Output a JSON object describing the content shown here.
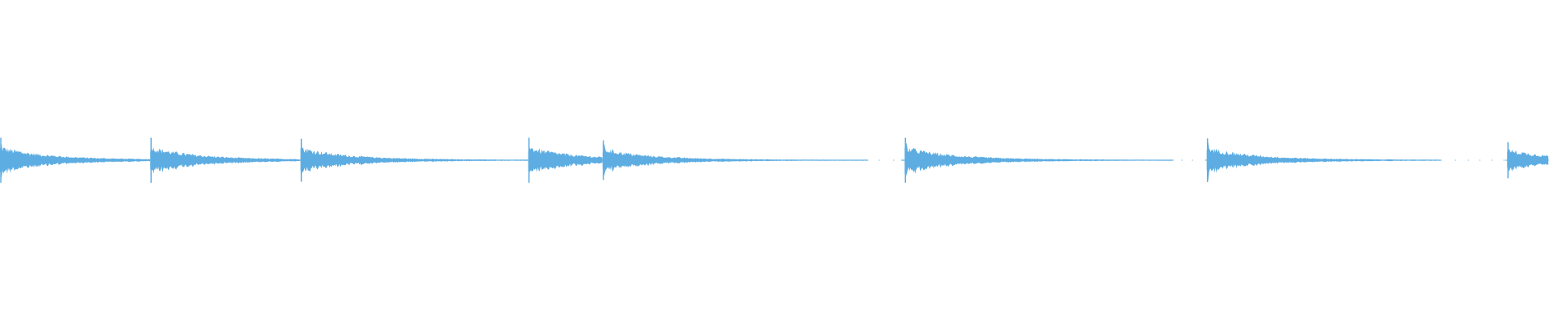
{
  "waveform": {
    "color": "#5dade2",
    "baseline_visible": true,
    "onsets": [
      {
        "time": 0.0,
        "peak": 1.0
      },
      {
        "time": 0.097,
        "peak": 1.0
      },
      {
        "time": 0.194,
        "peak": 0.95
      },
      {
        "time": 0.341,
        "peak": 1.0
      },
      {
        "time": 0.389,
        "peak": 0.88
      },
      {
        "time": 0.584,
        "peak": 1.0
      },
      {
        "time": 0.779,
        "peak": 0.97
      },
      {
        "time": 0.973,
        "peak": 0.8
      }
    ],
    "gaps": [
      {
        "start": 0.56,
        "end": 0.582
      },
      {
        "start": 0.757,
        "end": 0.778
      },
      {
        "start": 0.93,
        "end": 0.972
      }
    ]
  }
}
